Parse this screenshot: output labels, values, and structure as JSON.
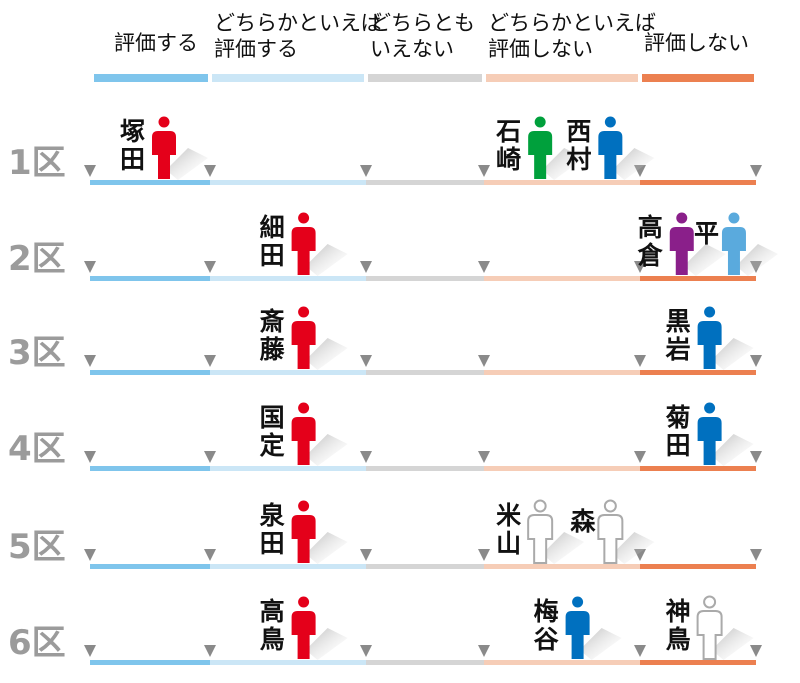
{
  "chart_data": {
    "type": "scatter",
    "title": "",
    "categories": [
      "評価する",
      "どちらかといえば\n評価する",
      "どちらとも\nいえない",
      "どちらかといえば\n評価しない",
      "評価しない"
    ],
    "category_colors": [
      "#7fc5ec",
      "#cbe6f6",
      "#d5d5d5",
      "#f6cdb7",
      "#ec8050"
    ],
    "districts": [
      "1区",
      "2区",
      "3区",
      "4区",
      "5区",
      "6区"
    ],
    "party_colors": {
      "red": "#e4001a",
      "green": "#00a03c",
      "blue": "#0070bf",
      "purple": "#8a1f8a",
      "lightblue": "#5aaadd",
      "outline": "#aaaaaa"
    },
    "candidates": [
      {
        "name": "塚田",
        "district": 0,
        "category": 0,
        "party": "red"
      },
      {
        "name": "石崎",
        "district": 0,
        "category": 3,
        "party": "green"
      },
      {
        "name": "西村",
        "district": 0,
        "category": 3,
        "party": "blue"
      },
      {
        "name": "細田",
        "district": 1,
        "category": 1,
        "party": "red"
      },
      {
        "name": "高倉",
        "district": 1,
        "category": 4,
        "party": "purple"
      },
      {
        "name": "平",
        "district": 1,
        "category": 4,
        "party": "lightblue"
      },
      {
        "name": "斎藤",
        "district": 2,
        "category": 1,
        "party": "red"
      },
      {
        "name": "黒岩",
        "district": 2,
        "category": 4,
        "party": "blue"
      },
      {
        "name": "国定",
        "district": 3,
        "category": 1,
        "party": "red"
      },
      {
        "name": "菊田",
        "district": 3,
        "category": 4,
        "party": "blue"
      },
      {
        "name": "泉田",
        "district": 4,
        "category": 1,
        "party": "red"
      },
      {
        "name": "米山",
        "district": 4,
        "category": 3,
        "party": "outline"
      },
      {
        "name": "森",
        "district": 4,
        "category": 3,
        "party": "outline"
      },
      {
        "name": "高鳥",
        "district": 5,
        "category": 1,
        "party": "red"
      },
      {
        "name": "梅谷",
        "district": 5,
        "category": 3,
        "party": "blue"
      },
      {
        "name": "神鳥",
        "district": 5,
        "category": 4,
        "party": "outline"
      }
    ]
  }
}
